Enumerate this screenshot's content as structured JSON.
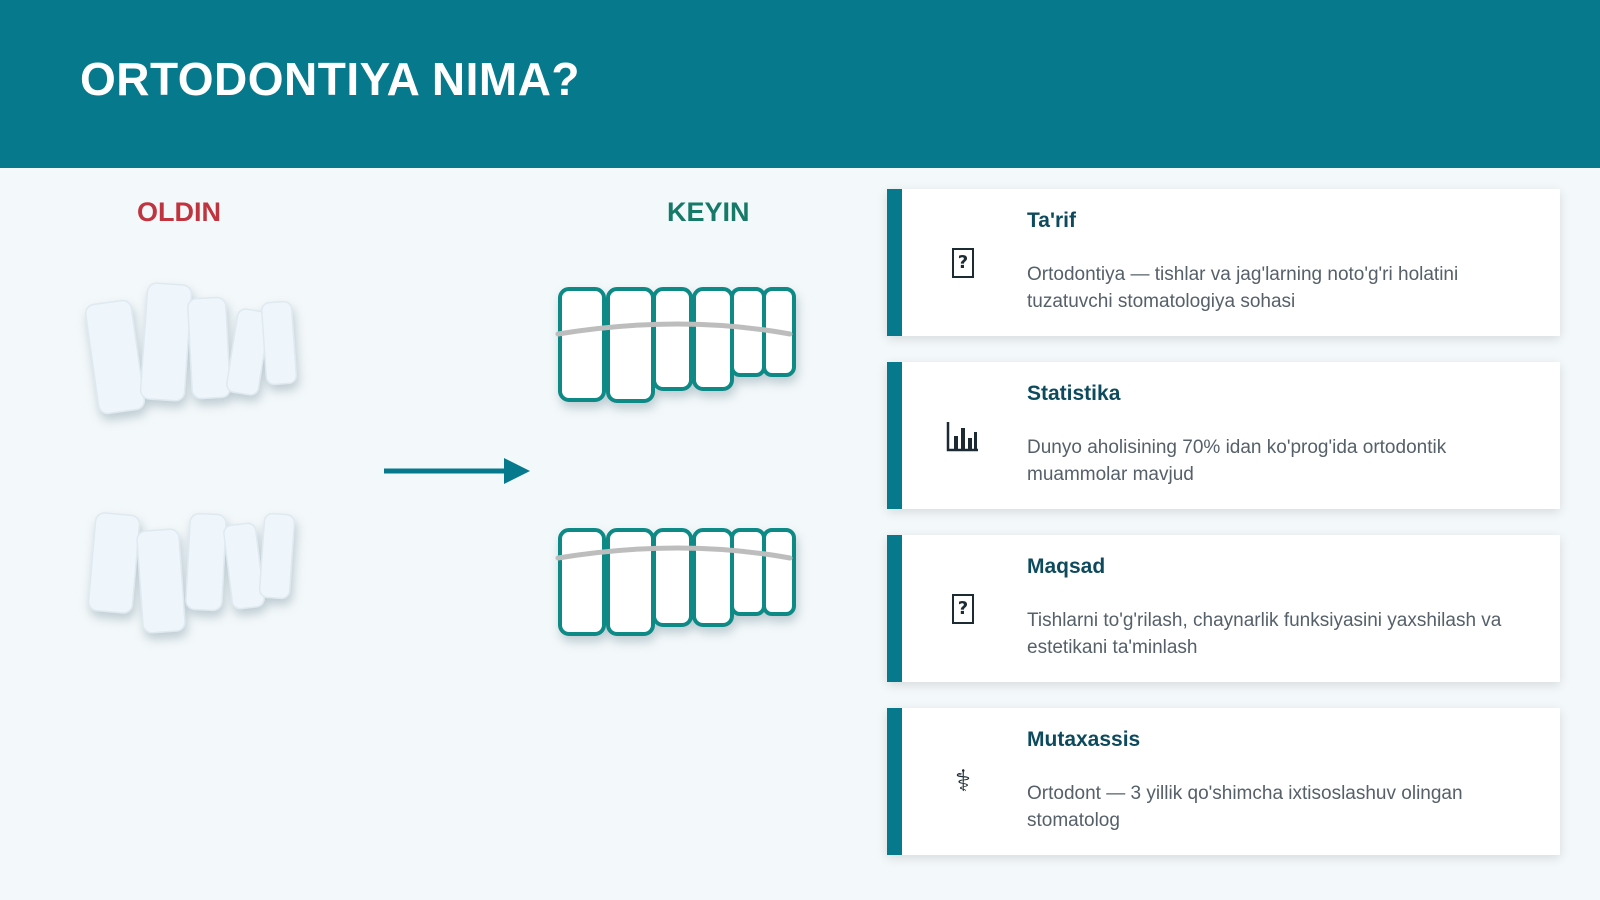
{
  "header": {
    "title": "ORTODONTIYA NIMA?"
  },
  "comparison": {
    "before_label": "OLDIN",
    "after_label": "KEYIN"
  },
  "colors": {
    "accent": "#067a8c",
    "before": "#c0343f",
    "after": "#167a68"
  },
  "cards": [
    {
      "icon": "question-box-icon",
      "title": "Ta'rif",
      "description": "Ortodontiya — tishlar va jag'larning noto'g'ri holatini tuzatuvchi stomatologiya sohasi"
    },
    {
      "icon": "bar-chart-icon",
      "title": "Statistika",
      "description": "Dunyo aholisining 70% idan ko'prog'ida ortodontik muammolar mavjud"
    },
    {
      "icon": "question-box-icon",
      "title": "Maqsad",
      "description": "Tishlarni to'g'rilash, chaynarlik funksiyasini yaxshilash va estetikani ta'minlash"
    },
    {
      "icon": "caduceus-icon",
      "title": "Mutaxassis",
      "description": "Ortodont — 3 yillik qo'shimcha ixtisoslashuv olingan stomatolog"
    }
  ]
}
